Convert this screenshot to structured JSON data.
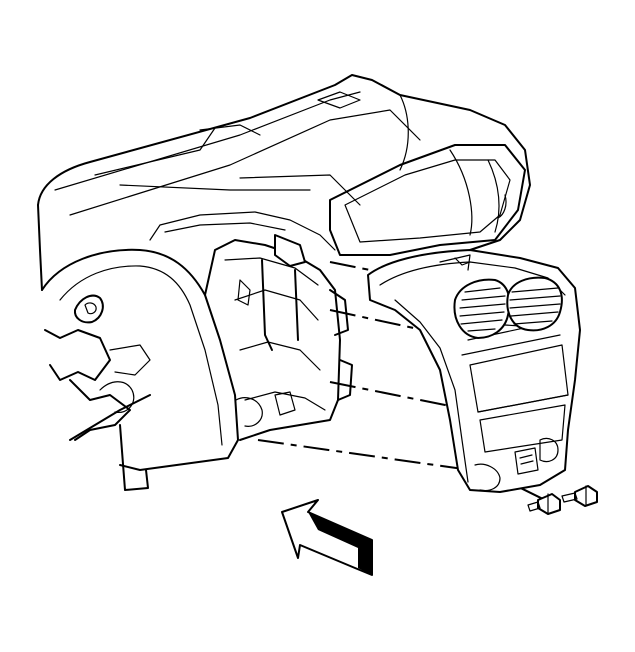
{
  "diagram": {
    "style": "black line art on white",
    "colors": {
      "line": "#000000",
      "background": "#ffffff"
    },
    "parts": [
      "instrument-panel",
      "steering-column-opening",
      "center-bezel",
      "air-vent-left",
      "air-vent-right",
      "fastener-bolt-1",
      "fastener-bolt-2",
      "direction-arrow"
    ]
  }
}
